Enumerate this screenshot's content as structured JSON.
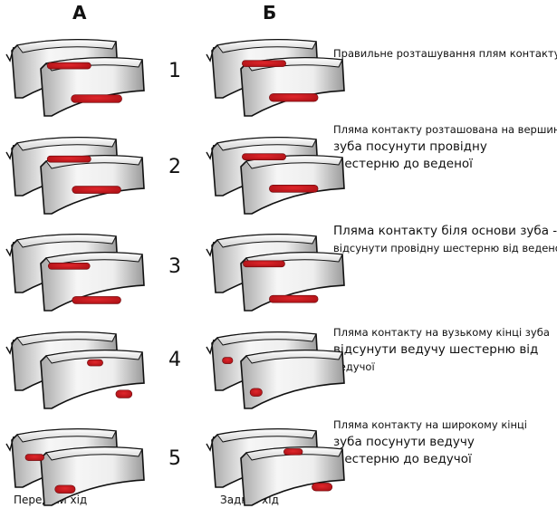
{
  "columns": {
    "a": "А",
    "b": "Б"
  },
  "rows": [
    {
      "number": "1",
      "note": [
        "Правильне розташування плям контакту"
      ]
    },
    {
      "number": "2",
      "note": [
        "Пляма контакту розташована на вершині",
        "зуба посунути провідну",
        "шестерню до веденої"
      ]
    },
    {
      "number": "3",
      "note": [
        "Пляма контакту біля основи зуба -",
        "відсунути провідну шестерню від веденої"
      ]
    },
    {
      "number": "4",
      "note": [
        "Пляма контакту на вузькому кінці зуба",
        "відсунути ведучу шестерню від",
        "ведучої"
      ]
    },
    {
      "number": "5",
      "note": [
        "Пляма контакту на широкому кінці",
        "зуба посунути ведучу",
        "шестерню до ведучої"
      ]
    }
  ],
  "footer": {
    "left": "Передній хід",
    "right": "Задній хід"
  },
  "colors": {
    "contact": "#c8141a",
    "tooth_light": "#f4f4f4",
    "tooth_dark": "#9a9a9a",
    "outline": "#111111"
  }
}
